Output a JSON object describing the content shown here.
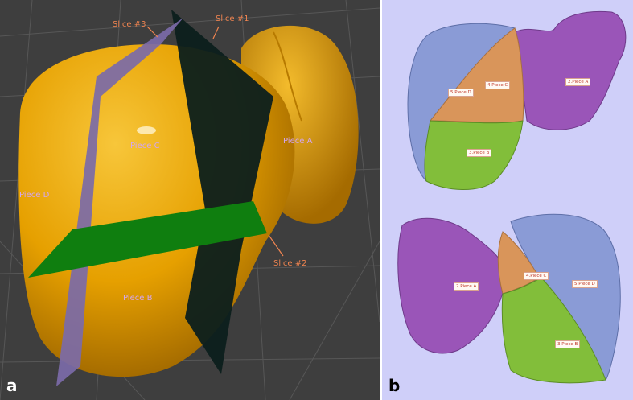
{
  "panel_a": {
    "letter": "a",
    "pieces": {
      "a": "Piece A",
      "b": "Piece B",
      "c": "Piece C",
      "d": "Piece D"
    },
    "slices": {
      "s1": "Slice #1",
      "s2": "Slice #2",
      "s3": "Slice #3"
    },
    "colors": {
      "liver": "#e6a000",
      "slice1": "#0c1f1c",
      "slice2": "#0f7e0f",
      "slice3": "#7b6aa8",
      "label_text": "#d3a6ef",
      "slice_text": "#f08450"
    }
  },
  "panel_b": {
    "letter": "b",
    "top_tags": {
      "a": "2.Piece A",
      "b": "3.Piece B",
      "c": "4.Piece C",
      "d": "5.Piece D"
    },
    "bottom_tags": {
      "a": "2.Piece A",
      "b": "3.Piece B",
      "c": "4.Piece C",
      "d": "5.Piece D"
    },
    "colors": {
      "piece_a": "#9a55b8",
      "piece_b": "#82be3a",
      "piece_c": "#d9955a",
      "piece_d": "#8a9bd6",
      "background": "#cfcff9"
    }
  }
}
